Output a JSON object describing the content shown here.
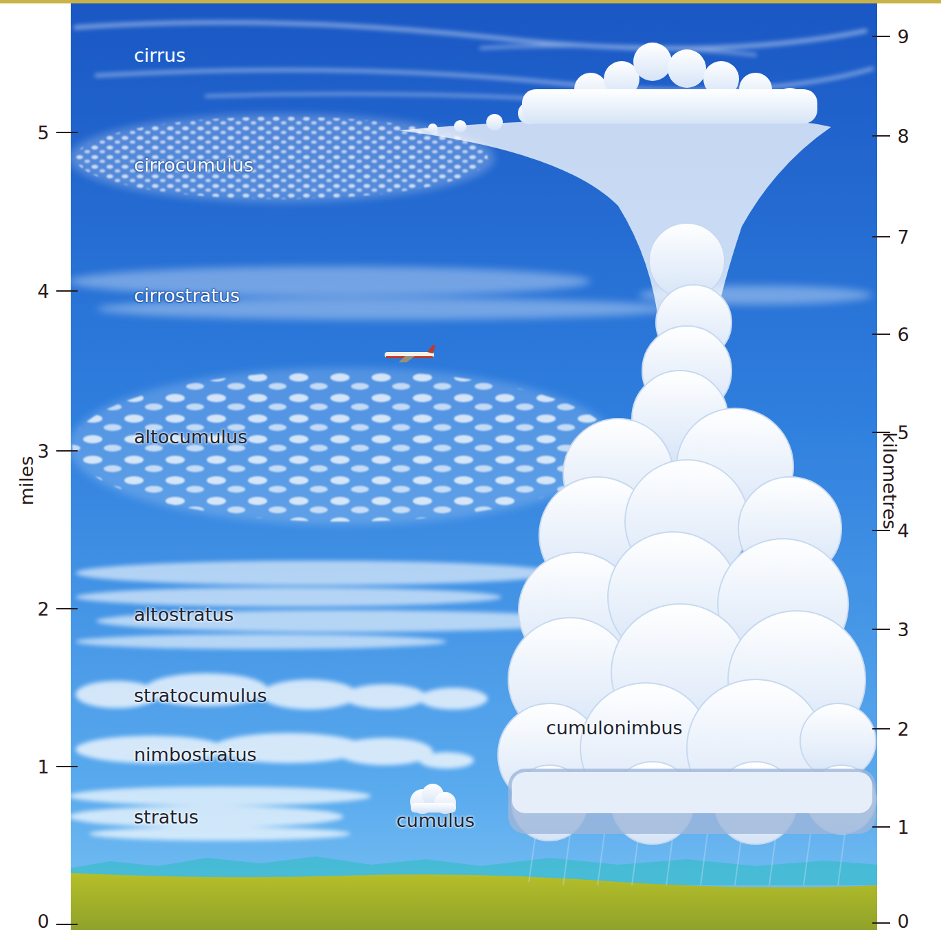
{
  "diagram": {
    "labels": [
      "cirrus",
      "cirrocumulus",
      "cirrostratus",
      "altocumulus",
      "altostratus",
      "stratocumulus",
      "nimbostratus",
      "stratus",
      "cumulus",
      "cumulonimbus",
      "miles",
      "0",
      "1",
      "2",
      "3",
      "4",
      "5",
      "kilometres",
      "0",
      "1",
      "2",
      "3",
      "4",
      "5",
      "6",
      "7",
      "8",
      "9"
    ]
  }
}
